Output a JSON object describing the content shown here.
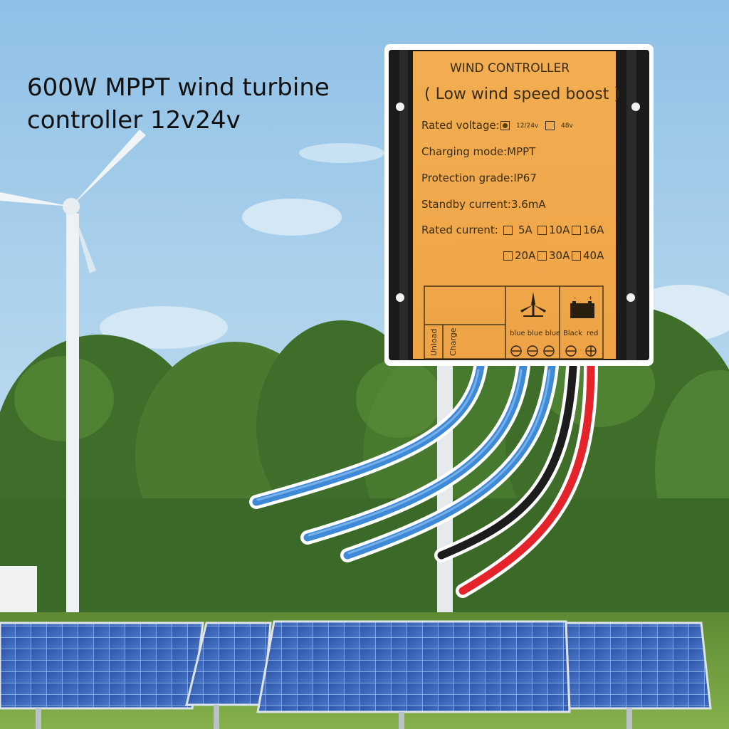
{
  "headline": {
    "line1": "600W MPPT wind turbine",
    "line2": "controller 12v24v"
  },
  "controller": {
    "title": "WIND CONTROLLER",
    "subtitle": "( Low wind speed boost )",
    "rated_voltage_label": "Rated voltage:",
    "voltage_option_1": "12/24v",
    "voltage_option_2": "48v",
    "voltage_selected": "12/24v",
    "charging_mode": "Charging mode:MPPT",
    "protection_grade": "Protection grade:IP67",
    "standby_current": "Standby current:3.6mA",
    "rated_current_label": "Rated current:",
    "current_options": [
      "5A",
      "10A",
      "16A",
      "20A",
      "30A",
      "40A"
    ],
    "terminal_unload": "Unload",
    "terminal_charge": "Charge",
    "wire_labels_turbine": "blue blue blue",
    "wire_label_black": "Black",
    "wire_label_red": "red"
  },
  "colors": {
    "panel_orange": "#f0a94a",
    "housing_black": "#1a1a1a",
    "wire_blue": "#3f8ad8",
    "wire_black": "#1c1c1c",
    "wire_red": "#e5232b",
    "sky": "#a9cfe9",
    "grass": "#6f9b3d"
  },
  "icons": [
    "wind-turbine-icon",
    "battery-icon",
    "minus-terminal-icon",
    "plus-terminal-icon"
  ]
}
